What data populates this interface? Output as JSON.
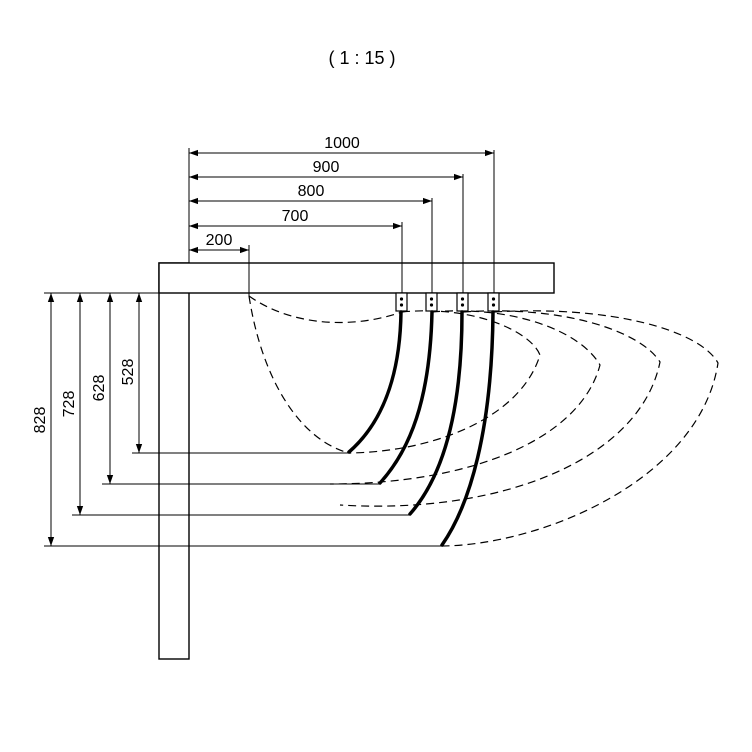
{
  "scale_label": "( 1 : 15 )",
  "horizontal_dimensions": [
    "200",
    "700",
    "800",
    "900",
    "1000"
  ],
  "vertical_dimensions": [
    "528",
    "628",
    "728",
    "828"
  ]
}
